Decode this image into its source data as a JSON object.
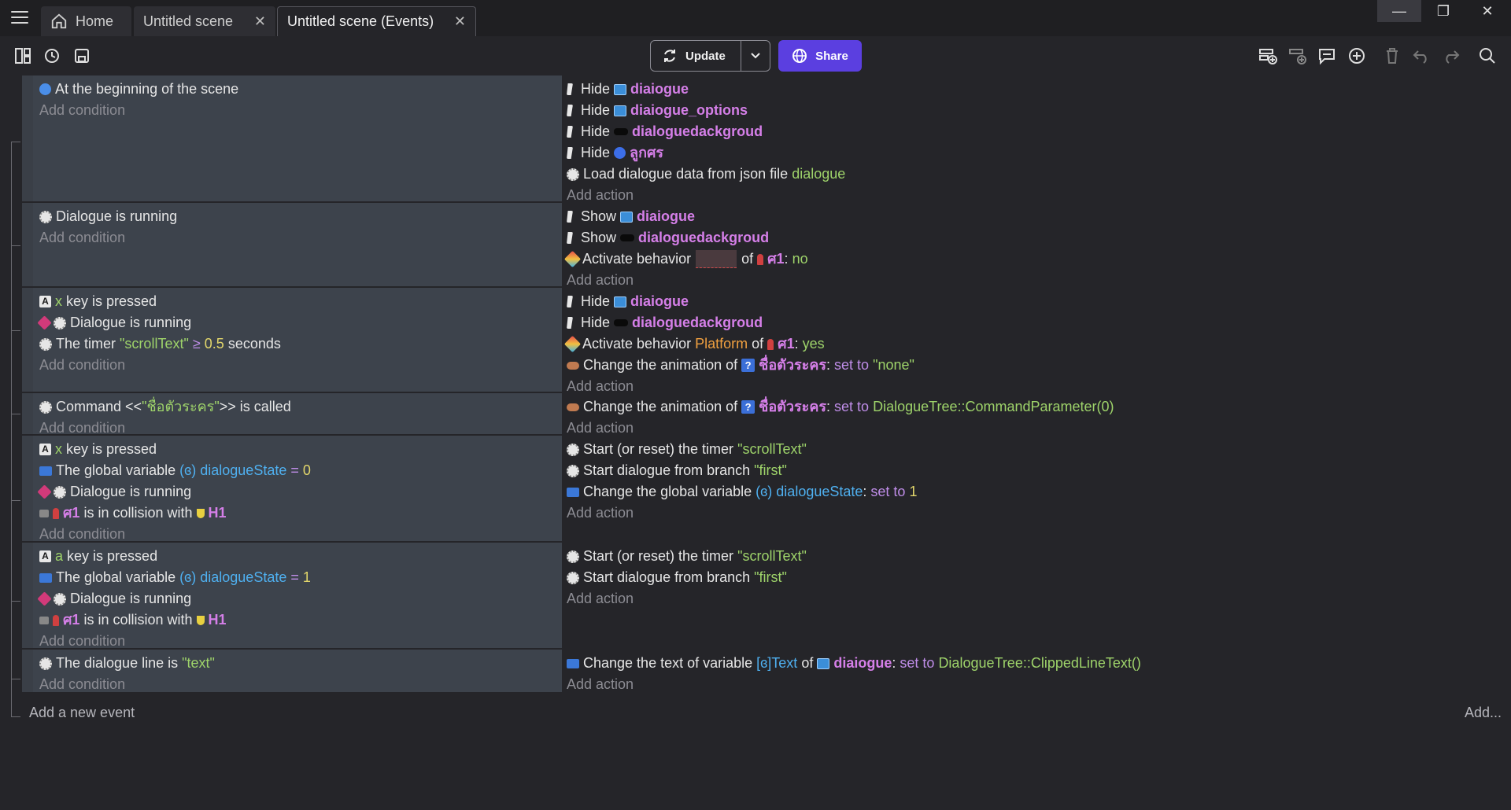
{
  "tabs": {
    "home": "Home",
    "scene": "Untitled scene",
    "events": "Untitled scene (Events)"
  },
  "toolbar": {
    "update_label": "Update",
    "share_label": "Share"
  },
  "events": {
    "e1": {
      "cond1": "At the beginning of the scene",
      "act1_verb": "Hide",
      "act1_obj": "diaiogue",
      "act2_verb": "Hide",
      "act2_obj": "diaiogue_options",
      "act3_verb": "Hide",
      "act3_obj": "dialoguedackgroud",
      "act4_verb": "Hide",
      "act4_obj": "ลูกศร",
      "act5_text": "Load dialogue data from json file",
      "act5_val": "dialogue"
    },
    "e2": {
      "cond1": "Dialogue is running",
      "act1_verb": "Show",
      "act1_obj": "diaiogue",
      "act2_verb": "Show",
      "act2_obj": "dialoguedackgroud",
      "act3_text": "Activate behavior",
      "act3_of": "of",
      "act3_obj": "ศ1",
      "act3_val": "no"
    },
    "e3": {
      "cond1_key": "x",
      "cond1_text": "key is pressed",
      "cond2": "Dialogue is running",
      "cond3_text": "The timer",
      "cond3_str": "\"scrollText\"",
      "cond3_op": "≥",
      "cond3_num": "0.5",
      "cond3_unit": "seconds",
      "act1_verb": "Hide",
      "act1_obj": "diaiogue",
      "act2_verb": "Hide",
      "act2_obj": "dialoguedackgroud",
      "act3_text": "Activate behavior",
      "act3_beh": "Platform",
      "act3_of": "of",
      "act3_obj": "ศ1",
      "act3_val": "yes",
      "act4_text": "Change the animation of",
      "act4_obj": "ชื่อตัวระคร",
      "act4_op": "set to",
      "act4_str": "\"none\""
    },
    "e4": {
      "cond1_a": "Command <<",
      "cond1_str": "\"ชื่อตัวระคร\"",
      "cond1_b": ">> is called",
      "act1_text": "Change the animation of",
      "act1_obj": "ชื่อตัวระคร",
      "act1_op": "set to",
      "act1_str": "DialogueTree::CommandParameter(0)"
    },
    "e5": {
      "cond1_key": "x",
      "cond1_text": "key is pressed",
      "cond2_text": "The global variable",
      "cond2_var": "dialogueState",
      "cond2_op": "=",
      "cond2_num": "0",
      "cond3": "Dialogue is running",
      "cond4_obj": "ศ1",
      "cond4_text": "is in collision with",
      "cond4_obj2": "H1",
      "act1_text": "Start (or reset) the timer",
      "act1_str": "\"scrollText\"",
      "act2_text": "Start dialogue from branch",
      "act2_str": "\"first\"",
      "act3_text": "Change the global variable",
      "act3_var": "dialogueState",
      "act3_op": "set to",
      "act3_num": "1"
    },
    "e6": {
      "cond1_key": "a",
      "cond1_text": "key is pressed",
      "cond2_text": "The global variable",
      "cond2_var": "dialogueState",
      "cond2_op": "=",
      "cond2_num": "1",
      "cond3": "Dialogue is running",
      "cond4_obj": "ศ1",
      "cond4_text": "is in collision with",
      "cond4_obj2": "H1",
      "act1_text": "Start (or reset) the timer",
      "act1_str": "\"scrollText\"",
      "act2_text": "Start dialogue from branch",
      "act2_str": "\"first\""
    },
    "e7": {
      "cond1_text": "The dialogue line is",
      "cond1_str": "\"text\"",
      "act1_text": "Change the text of variable",
      "act1_var": "Text",
      "act1_of": "of",
      "act1_obj": "diaiogue",
      "act1_op": "set to",
      "act1_str": "DialogueTree::ClippedLineText()"
    }
  },
  "labels": {
    "add_condition": "Add condition",
    "add_action": "Add action",
    "add_new_event": "Add a new event",
    "add_more": "Add..."
  },
  "colors": {
    "background": "#252529",
    "condition_bg": "#3d434c",
    "share_accent": "#5b3fe0",
    "object_name": "#d57fe8",
    "string_value": "#9ed36a"
  }
}
